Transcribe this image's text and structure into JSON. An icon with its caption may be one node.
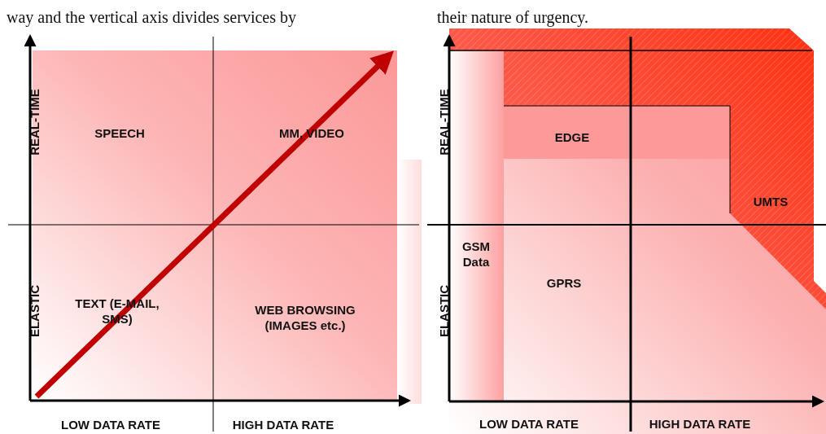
{
  "diagram": {
    "labels": [
      "way and the vertical axis divides services by",
      "their nature of urgency.",
      "REAL-TIME",
      "SPEECH",
      "MM, VIDEO",
      "ELASTIC",
      "TEXT (E-MAIL, SMS)",
      "WEB BROWSING (IMAGES etc.)",
      "LOW DATA RATE",
      "HIGH DATA RATE",
      "REAL-TIME",
      "EDGE",
      "UMTS",
      "GSM Data",
      "GPRS",
      "ELASTIC",
      "LOW DATA RATE",
      "HIGH DATA RATE"
    ]
  }
}
